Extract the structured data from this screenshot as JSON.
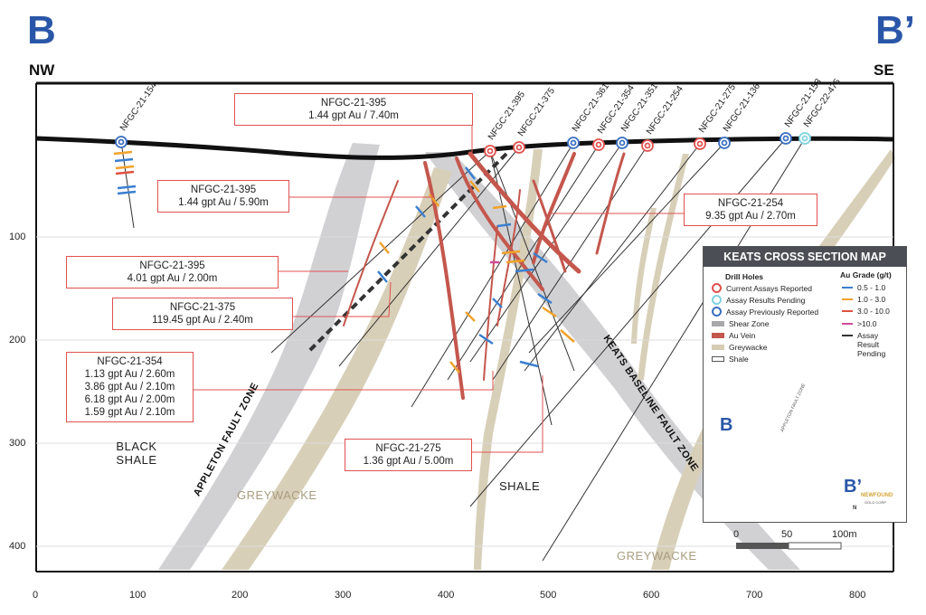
{
  "section": {
    "left_letter": "B",
    "right_letter": "B’",
    "left_dir": "NW",
    "right_dir": "SE"
  },
  "x_axis": {
    "ticks": [
      "0",
      "100",
      "200",
      "300",
      "400",
      "500",
      "600",
      "700",
      "800"
    ]
  },
  "y_axis": {
    "ticks": [
      "100",
      "200",
      "300",
      "400"
    ]
  },
  "drill_holes": [
    "NFGC-21-154",
    "NFGC-21-395",
    "NFGC-21-375",
    "NFGC-21-361",
    "NFGC-21-354",
    "NFGC-21-351",
    "NFGC-21-254",
    "NFGC-21-275",
    "NFGC-21-136",
    "NFGC-21-153",
    "NFGC-22-475"
  ],
  "callouts": [
    {
      "id": "c1",
      "lines": [
        "NFGC-21-395",
        "1.44 gpt Au / 7.40m"
      ]
    },
    {
      "id": "c2",
      "lines": [
        "NFGC-21-395",
        "1.44 gpt Au / 5.90m"
      ]
    },
    {
      "id": "c3",
      "lines": [
        "NFGC-21-254",
        "9.35 gpt Au / 2.70m"
      ]
    },
    {
      "id": "c4",
      "lines": [
        "NFGC-21-395",
        "4.01 gpt Au / 2.00m"
      ]
    },
    {
      "id": "c5",
      "lines": [
        "NFGC-21-375",
        "119.45 gpt Au / 2.40m"
      ]
    },
    {
      "id": "c6",
      "lines": [
        "NFGC-21-354",
        "1.13 gpt Au / 2.60m",
        "3.86 gpt Au / 2.10m",
        "6.18 gpt Au / 2.00m",
        "1.59 gpt Au / 2.10m"
      ]
    },
    {
      "id": "c7",
      "lines": [
        "NFGC-21-275",
        "1.36 gpt Au / 5.00m"
      ]
    }
  ],
  "labels": {
    "black_shale_1": "BLACK",
    "black_shale_2": "SHALE",
    "appleton": "APPLETON FAULT ZONE",
    "keats": "KEATS BASELINE FAULT ZONE",
    "greywacke_left": "GREYWACKE",
    "greywacke_right": "GREYWACKE",
    "shale": "SHALE"
  },
  "legend": {
    "title": "KEATS CROSS SECTION MAP",
    "drill_head": "Drill Holes",
    "grade_head": "Au Grade (g/t)",
    "drill_items": [
      {
        "label": "Current Assays Reported",
        "color": "#e0524f",
        "kind": "ring"
      },
      {
        "label": "Assay Results Pending",
        "color": "#7fd3e0",
        "kind": "ring"
      },
      {
        "label": "Assay Previously Reported",
        "color": "#3a6fc0",
        "kind": "ring"
      },
      {
        "label": "Shear Zone",
        "color": "#a8a8ab",
        "kind": "box"
      },
      {
        "label": "Au Vein",
        "color": "#c4574d",
        "kind": "box"
      },
      {
        "label": "Greywacke",
        "color": "#d6ccb4",
        "kind": "box"
      },
      {
        "label": "Shale",
        "color": "#ffffff",
        "kind": "box"
      }
    ],
    "grade_items": [
      {
        "label": "0.5 - 1.0",
        "color": "#3a7fd0"
      },
      {
        "label": "1.0 - 3.0",
        "color": "#f0a22a"
      },
      {
        "label": "3.0 - 10.0",
        "color": "#e0523f"
      },
      {
        "label": ">10.0",
        "color": "#d04a9a"
      },
      {
        "label": "Assay",
        "color": "#333333"
      }
    ],
    "pending_2": "Result",
    "pending_3": "Pending",
    "map_b": "B",
    "map_bp": "B’",
    "map_axis_label": "APPLETON FAULT ZONE",
    "logo_1": "NEWFOUND",
    "logo_2": "GOLD CORP",
    "north": "N"
  },
  "scale_bar": {
    "labels": [
      "0",
      "50",
      "100m"
    ]
  },
  "colors": {
    "shear": "#c9c9cc",
    "greywacke": "#d8cfb8",
    "vein": "#c4574d",
    "blue": "#2a56a8",
    "red": "#e0524f",
    "cyan": "#7fd3e0"
  }
}
